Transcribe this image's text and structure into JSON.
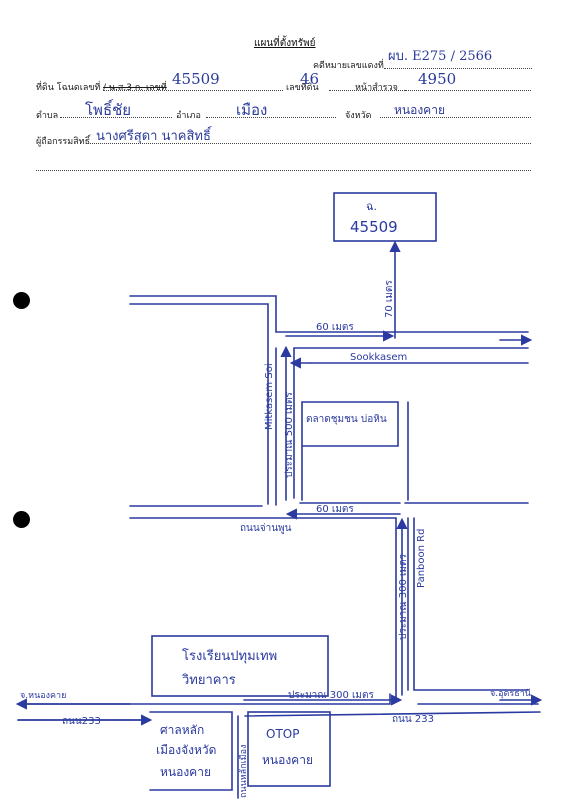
{
  "header": {
    "title": "แผนที่ตั้งทรัพย์",
    "case_label": "คดีหมายเลขแดงที่",
    "case_value": "ผบ. E275 / 2566",
    "land_label": "ที่ดิน โฉนดเลขที่",
    "land_struck": "/ น.ส.3 ก. เลขที่",
    "land_value": "45509",
    "parcel_label": "เลขที่ดิน",
    "parcel_value": "46",
    "survey_label": "หน้าสำรวจ",
    "survey_value": "4950",
    "subdistrict_label": "ตำบล",
    "subdistrict_value": "โพธิ์ชัย",
    "district_label": "อำเภอ",
    "district_value": "เมือง",
    "province_label": "จังหวัด",
    "province_value": "หนองคาย",
    "owner_label": "ผู้ถือกรรมสิทธิ์",
    "owner_value": "นางศรีสุดา นาคสิทธิ์"
  },
  "map": {
    "target_label": "ฉ.",
    "target_number": "45509",
    "dist_70": "70 เมตร",
    "dist_60_top": "60 เมตร",
    "dist_60_mid": "60 เมตร",
    "dist_500": "ประมาณ 500 เมตร",
    "dist_300_vert": "ประมาณ 300 เมตร",
    "dist_300_bottom": "ประมาณ 300 เมตร",
    "road_sookkasem": "Sookkasem",
    "road_mitkasem": "Mitkasem Soi",
    "road_panboon": "Panboon Rd",
    "road_chanpanun": "ถนนจ่านพูน",
    "road_233_left": "ถนน233",
    "road_233_right": "ถนน 233",
    "road_lakmueang": "ถนนหลักเมือง",
    "to_nongkhai": "จ.หนองคาย",
    "to_udon": "จ.อุดรธานี",
    "market": "ตลาดชุมชน บ่อหิน",
    "school_line1": "โรงเรียนปทุมเทพ",
    "school_line2": "วิทยาคาร",
    "shrine_line1": "ศาลหลัก",
    "shrine_line2": "เมืองจังหวัด",
    "shrine_line3": "หนองคาย",
    "otop_line1": "OTOP",
    "otop_line2": "หนองคาย"
  }
}
